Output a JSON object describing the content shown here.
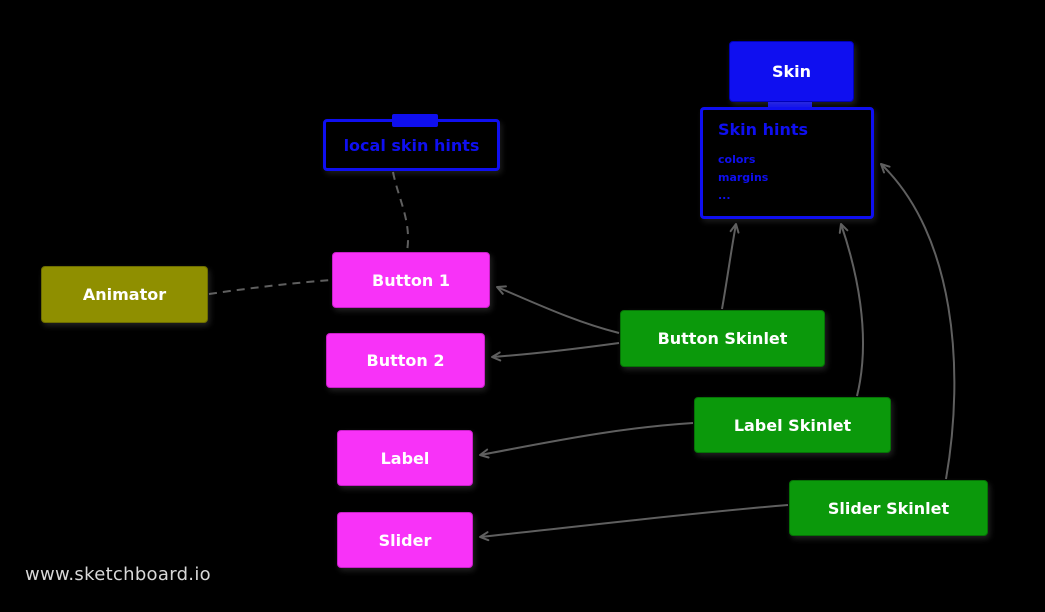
{
  "canvas": {
    "watermark": "www.sketchboard.io"
  },
  "colors": {
    "background": "#000000",
    "blue": "#0f0ff0",
    "magenta": "#f832f8",
    "green": "#0b990b",
    "olive": "#8f8f00",
    "connector": "#5f5f5f",
    "label_text": "#ffffff",
    "watermark_text": "#d8d8d8"
  },
  "nodes": {
    "skin": {
      "label": "Skin"
    },
    "skin_hints": {
      "title": "Skin hints",
      "items": [
        "colors",
        "margins",
        "..."
      ]
    },
    "local_skin_hints": {
      "label": "local skin hints"
    },
    "animator": {
      "label": "Animator"
    },
    "button1": {
      "label": "Button 1"
    },
    "button2": {
      "label": "Button 2"
    },
    "label_node": {
      "label": "Label"
    },
    "slider_node": {
      "label": "Slider"
    },
    "button_skinlet": {
      "label": "Button Skinlet"
    },
    "label_skinlet": {
      "label": "Label Skinlet"
    },
    "slider_skinlet": {
      "label": "Slider Skinlet"
    }
  },
  "connectors": [
    {
      "from": "skin",
      "to": "skin_hints",
      "style": "attached"
    },
    {
      "from": "local_skin_hints",
      "to": "button1",
      "style": "dashed"
    },
    {
      "from": "animator",
      "to": "button1",
      "style": "dashed"
    },
    {
      "from": "button_skinlet",
      "to": "button1",
      "style": "arrow"
    },
    {
      "from": "button_skinlet",
      "to": "button2",
      "style": "arrow"
    },
    {
      "from": "button_skinlet",
      "to": "skin_hints",
      "style": "arrow"
    },
    {
      "from": "label_skinlet",
      "to": "label_node",
      "style": "arrow"
    },
    {
      "from": "label_skinlet",
      "to": "skin_hints",
      "style": "arrow"
    },
    {
      "from": "slider_skinlet",
      "to": "slider_node",
      "style": "arrow"
    },
    {
      "from": "slider_skinlet",
      "to": "skin_hints",
      "style": "arrow"
    }
  ]
}
